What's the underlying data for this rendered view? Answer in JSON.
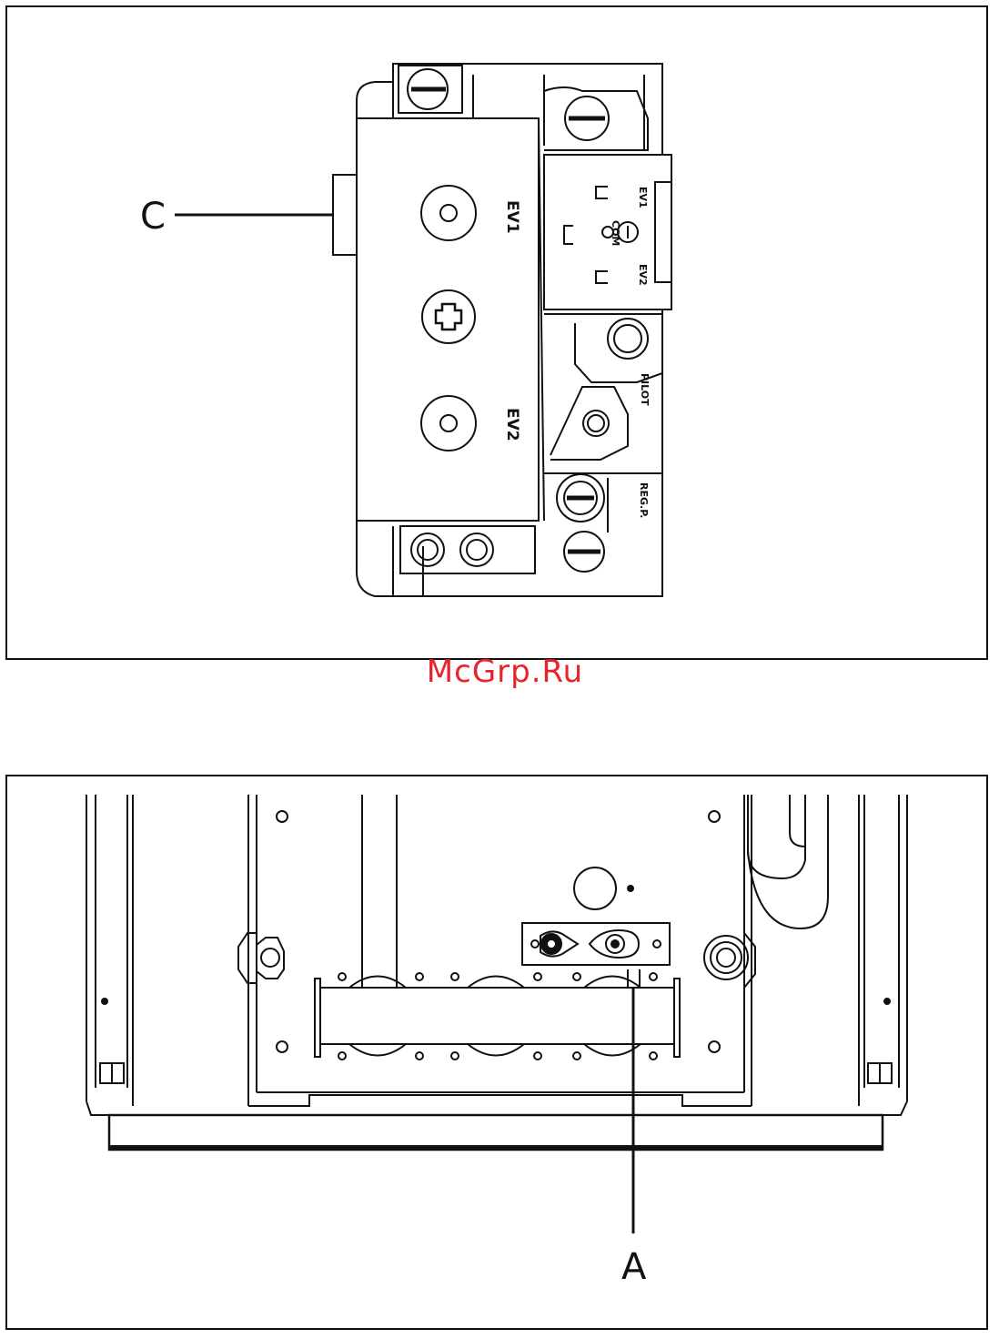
{
  "watermark": "McGrp.Ru",
  "top_figure": {
    "callout": "C",
    "labels": {
      "ev1": "EV1",
      "ev2": "EV2",
      "tab_ev1": "EV1",
      "tab_com": "COM",
      "tab_ev2": "EV2",
      "pilot": "PILOT",
      "regulator": "REG.P."
    }
  },
  "bottom_figure": {
    "callout": "A"
  }
}
